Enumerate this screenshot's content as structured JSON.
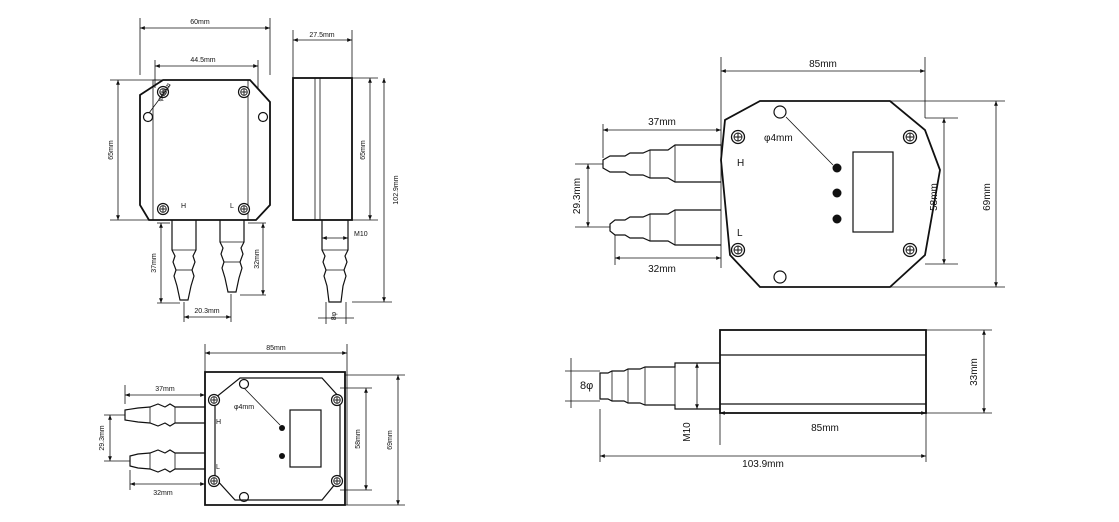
{
  "views": {
    "front_small": {
      "width": "60mm",
      "hole_span": "44.5mm",
      "height": "65mm",
      "hole": "φ4mm",
      "port_h": "H",
      "port_l": "L",
      "h_len": "37mm",
      "l_len": "32mm",
      "spacing": "20.3mm"
    },
    "side_small": {
      "depth": "27.5mm",
      "height": "65mm",
      "total": "102.9mm",
      "thread": "M10",
      "nozzle": "8φ"
    },
    "front_medium": {
      "width": "85mm",
      "hole": "φ4mm",
      "port_h": "H",
      "port_l": "L",
      "h_len": "37mm",
      "l_len": "32mm",
      "spacing": "29.3mm",
      "inner": "58mm",
      "height": "69mm"
    },
    "front_large": {
      "width": "85mm",
      "hole": "φ4mm",
      "port_h": "H",
      "port_l": "L",
      "h_len": "37mm",
      "l_len": "32mm",
      "spacing": "29.3mm",
      "inner": "58mm",
      "height": "69mm"
    },
    "side_large": {
      "nozzle": "8φ",
      "thread": "M10",
      "body": "85mm",
      "total": "103.9mm",
      "thickness": "33mm"
    }
  }
}
